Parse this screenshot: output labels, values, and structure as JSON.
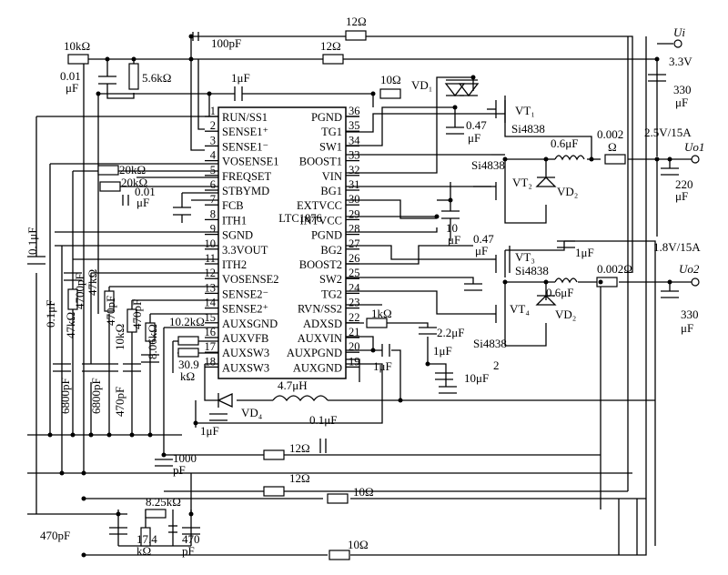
{
  "ic": {
    "name": "LTC1876",
    "left_pins": [
      {
        "num": "1",
        "name": "RUN/SS1"
      },
      {
        "num": "2",
        "name": "SENSE1⁺"
      },
      {
        "num": "3",
        "name": "SENSE1⁻"
      },
      {
        "num": "4",
        "name": "VOSENSE1"
      },
      {
        "num": "5",
        "name": "FREQSET"
      },
      {
        "num": "6",
        "name": "STBYMD"
      },
      {
        "num": "7",
        "name": "FCB"
      },
      {
        "num": "8",
        "name": "ITH1"
      },
      {
        "num": "9",
        "name": "SGND"
      },
      {
        "num": "10",
        "name": "3.3VOUT"
      },
      {
        "num": "11",
        "name": "ITH2"
      },
      {
        "num": "12",
        "name": "VOSENSE2"
      },
      {
        "num": "13",
        "name": "SENSE2⁻"
      },
      {
        "num": "14",
        "name": "SENSE2⁺"
      },
      {
        "num": "15",
        "name": "AUXSGND"
      },
      {
        "num": "16",
        "name": "AUXVFB"
      },
      {
        "num": "17",
        "name": "AUXSW3"
      },
      {
        "num": "18",
        "name": "AUXSW3"
      }
    ],
    "right_pins": [
      {
        "num": "36",
        "name": "PGND"
      },
      {
        "num": "35",
        "name": "TG1"
      },
      {
        "num": "34",
        "name": "SW1"
      },
      {
        "num": "33",
        "name": "BOOST1"
      },
      {
        "num": "32",
        "name": "VIN"
      },
      {
        "num": "31",
        "name": "BG1"
      },
      {
        "num": "30",
        "name": "EXTVCC"
      },
      {
        "num": "29",
        "name": "INTVCC"
      },
      {
        "num": "28",
        "name": "PGND"
      },
      {
        "num": "27",
        "name": "BG2"
      },
      {
        "num": "26",
        "name": "BOOST2"
      },
      {
        "num": "25",
        "name": "SW2"
      },
      {
        "num": "24",
        "name": "TG2"
      },
      {
        "num": "23",
        "name": "RVN/SS2"
      },
      {
        "num": "22",
        "name": "ADXSD"
      },
      {
        "num": "21",
        "name": "AUXVIN"
      },
      {
        "num": "20",
        "name": "AUXPGND"
      },
      {
        "num": "19",
        "name": "AUXGND"
      }
    ]
  },
  "labels": {
    "r_12_top": "12Ω",
    "c_100pf": "100pF",
    "r_12_mid": "12Ω",
    "r_10k": "10kΩ",
    "c_001": "0.01",
    "c_001_unit": "μF",
    "r_56k": "5.6kΩ",
    "c_1uf_top": "1μF",
    "r_10_top": "10Ω",
    "vd1": "VD₁",
    "c_047_1": "0.47",
    "c_047_1_unit": "μF",
    "vt1": "VT₁",
    "si1": "Si4838",
    "ui": "Ui",
    "v33": "3.3V",
    "c330_a": "330",
    "c330_a_unit": "μF",
    "v25": "2.5V/15A",
    "l06_1": "0.6μF",
    "r0002_1a": "0.002",
    "r0002_1b": "Ω",
    "uo1": "Uo1",
    "si2": "Si4838",
    "vt2": "VT₂",
    "vd2a": "VD₂",
    "c220": "220",
    "c220_unit": "μF",
    "r20k_a": "20kΩ",
    "r20k_b": "20kΩ",
    "c001_b": "0.01",
    "c001_b_unit": "μF",
    "c10": "10",
    "c10_unit": "μF",
    "c047_2": "0.47",
    "c047_2_unit": "μF",
    "vt3": "VT₃",
    "si3": "Si4838",
    "c1uf_r": "1μF",
    "v18": "1.8V/15A",
    "r0002_2": "0.002Ω",
    "uo2": "Uo2",
    "l06_2": "0.6μF",
    "vt4": "VT₄",
    "vd2b": "VD₂",
    "si4": "Si4838",
    "c330_b": "330",
    "c330_b_unit": "μF",
    "c01_left": "0.1μF",
    "c01_b": "0.1μF",
    "r47k_a": "47kΩ",
    "c4700": "4700pF",
    "r47k_b": "47kΩ",
    "c470_a": "470pF",
    "r10k_b": "10kΩ",
    "c470_b": "470pF",
    "r806": "8.06kΩ",
    "c6800_a": "6800pF",
    "c6800_b": "6800pF",
    "c470_c": "470pF",
    "r102": "10.2kΩ",
    "r309": "30.9",
    "r309_unit": "kΩ",
    "r1k": "1kΩ",
    "c1uf_m": "1μF",
    "c22": "2.2μF",
    "c1uf_b": "1μF",
    "c10uf_b": "10μF",
    "num2": "2",
    "l47": "4.7μH",
    "vd4": "VD₄",
    "c1uf_vd4": "1μF",
    "c01_bot": "0.1μF",
    "c1000": "1000",
    "c1000_unit": "pF",
    "r12_b1": "12Ω",
    "r12_b2": "12Ω",
    "r10_b1": "10Ω",
    "r825": "8.25kΩ",
    "c470_d": "470pF",
    "r174": "17.4",
    "r174_unit": "kΩ",
    "c470_e": "470",
    "c470_e_unit": "pF",
    "r10_b2": "10Ω"
  }
}
